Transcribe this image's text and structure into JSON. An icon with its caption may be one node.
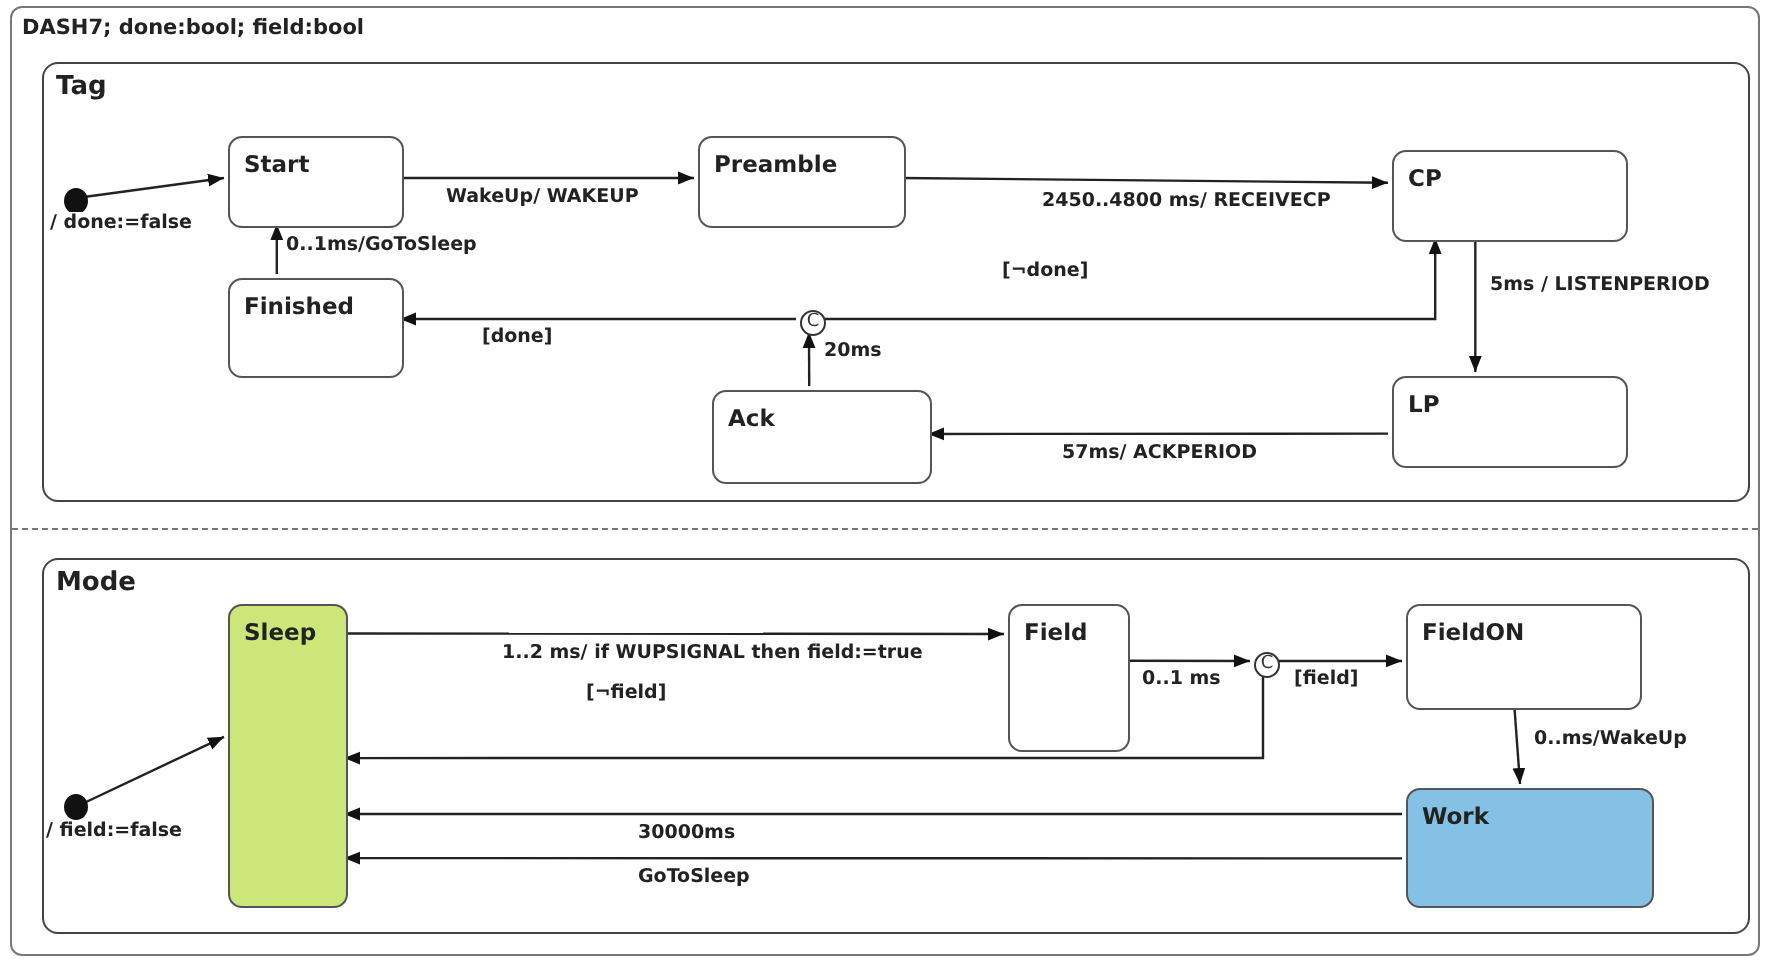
{
  "diagram": {
    "nodes": [
      {
        "text": [
          "DASH7; done:bool; field:bool"
        ]
      },
      {
        "text": [
          "Tag"
        ],
        "in": 0
      },
      {
        "text": [],
        "shape": "circle",
        "in": 1
      },
      {
        "text": [
          "Start"
        ],
        "in": 1
      },
      {
        "text": [
          "Preamble"
        ],
        "in": 1
      },
      {
        "text": [
          "CP"
        ],
        "in": 1
      },
      {
        "text": [
          "Finished"
        ],
        "in": 1
      },
      {
        "text": [
          "C"
        ],
        "in": 1
      },
      {
        "text": [
          "Ack"
        ],
        "in": 1
      },
      {
        "text": [
          "LP"
        ],
        "in": 1
      },
      {
        "text": [
          "Mode"
        ],
        "in": 0
      },
      {
        "text": [],
        "shape": "circle",
        "in": 10
      },
      {
        "text": [
          "Sleep"
        ],
        "in": 10
      },
      {
        "text": [
          "Field"
        ],
        "in": 10
      },
      {
        "text": [
          "C"
        ],
        "in": 10
      },
      {
        "text": [
          "FieldON"
        ],
        "in": 10
      },
      {
        "text": [
          "Work"
        ],
        "in": 10
      }
    ],
    "edges": [
      {
        "from": 2,
        "to": 3,
        "arrow": "to",
        "label": "/ done:=false"
      },
      {
        "from": 3,
        "to": 4,
        "arrow": "to",
        "label": "WakeUp/ WAKEUP"
      },
      {
        "from": 4,
        "to": 5,
        "arrow": "to",
        "label": "2450..4800 ms/ RECEIVECP"
      },
      {
        "from": 5,
        "to": 9,
        "arrow": "to",
        "label": "5ms / LISTENPERIOD"
      },
      {
        "from": 9,
        "to": 8,
        "arrow": "to",
        "label": "57ms/ ACKPERIOD"
      },
      {
        "from": 8,
        "to": 7,
        "arrow": "to",
        "label": "20ms"
      },
      {
        "from": 7,
        "to": 6,
        "arrow": "to",
        "label": "[done]"
      },
      {
        "from": 7,
        "to": 5,
        "arrow": "to",
        "label": "[¬done]"
      },
      {
        "from": 6,
        "to": 3,
        "arrow": "to",
        "label": "0..1ms/GoToSleep"
      },
      {
        "from": 11,
        "to": 12,
        "arrow": "to",
        "label": "/ field:=false"
      },
      {
        "from": 12,
        "to": 13,
        "arrow": "to",
        "label": "1..2 ms/ if WUPSIGNAL then field:=true"
      },
      {
        "from": 13,
        "to": 14,
        "arrow": "to",
        "label": "0..1 ms"
      },
      {
        "from": 14,
        "to": 15,
        "arrow": "to",
        "label": "[field]"
      },
      {
        "from": 14,
        "to": 12,
        "arrow": "to",
        "label": "[¬field]"
      },
      {
        "from": 15,
        "to": 16,
        "arrow": "to",
        "label": "0..ms/WakeUp"
      },
      {
        "from": 16,
        "to": 12,
        "arrow": "to",
        "label": "30000ms"
      },
      {
        "from": 16,
        "to": 12,
        "arrow": "to",
        "label": "GoToSleep"
      }
    ]
  }
}
